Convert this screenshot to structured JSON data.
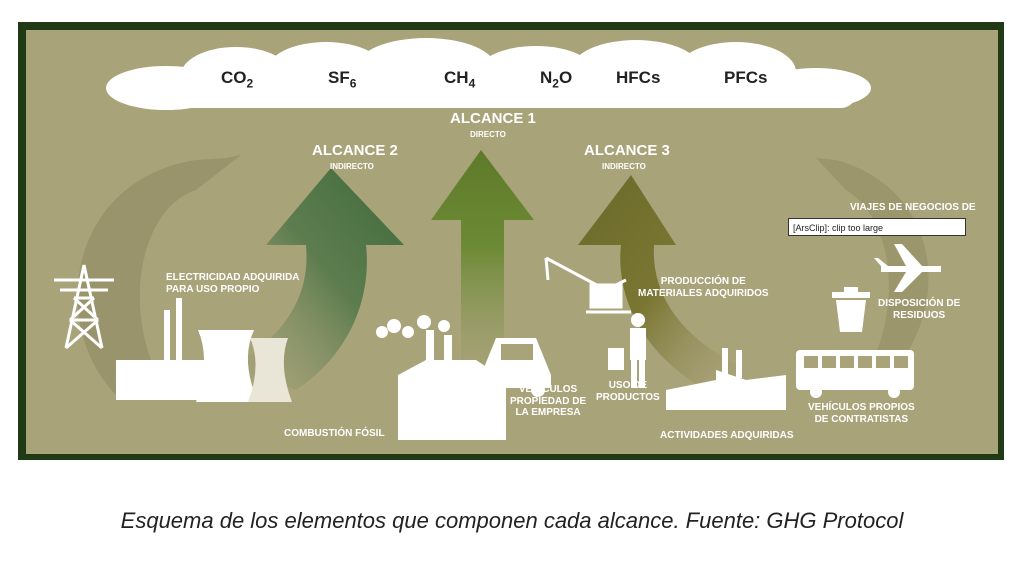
{
  "gases": [
    {
      "base": "CO",
      "sub": "2"
    },
    {
      "base": "SF",
      "sub": "6"
    },
    {
      "base": "CH",
      "sub": "4"
    },
    {
      "base": "N",
      "sub": "2",
      "tail": "O"
    },
    {
      "base": "HFCs"
    },
    {
      "base": "PFCs"
    }
  ],
  "scopes": {
    "scope1": {
      "title": "ALCANCE 1",
      "subtitle": "DIRECTO"
    },
    "scope2": {
      "title": "ALCANCE 2",
      "subtitle": "INDIRECTO"
    },
    "scope3": {
      "title": "ALCANCE 3",
      "subtitle": "INDIRECTO"
    }
  },
  "labels": {
    "electricity": "ELECTRICIDAD ADQUIRIDA\nPARA USO PROPIO",
    "fossil": "COMBUSTIÓN FÓSIL",
    "vehicles_company": "VEHÍCULOS\nPROPIEDAD DE\nLA EMPRESA",
    "materials": "PRODUCCIÓN DE\nMATERIALES ADQUIRIDOS",
    "product_use": "USO DE\nPRODUCTOS",
    "outsourced": "ACTIVIDADES ADQUIRIDAS",
    "business_travel": "VIAJES DE NEGOCIOS DE",
    "waste": "DISPOSICIÓN DE\nRESIDUOS",
    "contractor_vehicles": "VEHÍCULOS PROPIOS\nDE CONTRATISTAS"
  },
  "clip_notice": "[ArsClip]: clip too large",
  "caption": "Esquema de los elementos que componen cada alcance. Fuente: GHG Protocol",
  "colors": {
    "background": "#a9a37a",
    "frame": "#1f3a14",
    "scope1_arrow": "#5e7a2a",
    "scope2_arrow": "#3f6a3a",
    "scope3_arrow": "#6b6a2a"
  }
}
